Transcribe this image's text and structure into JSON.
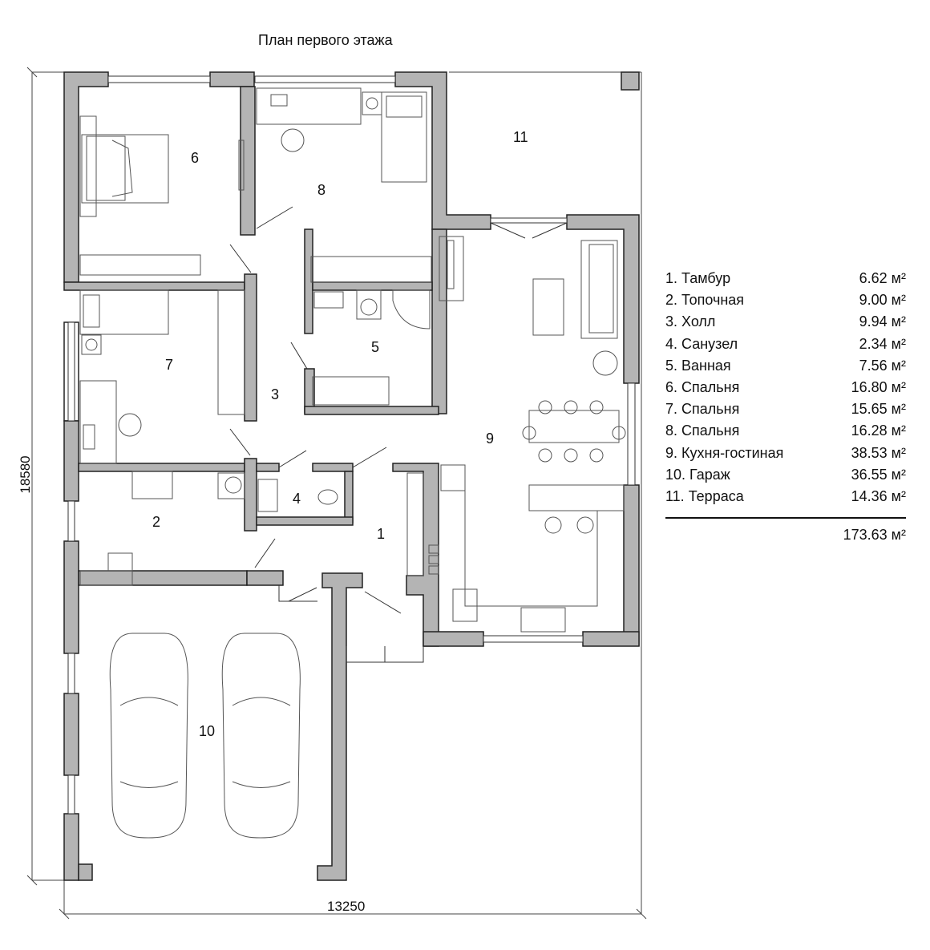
{
  "title": "План первого этажа",
  "dimensions": {
    "width": "13250",
    "height": "18580"
  },
  "rooms": [
    {
      "n": "1",
      "label": "1. Тамбур",
      "area": "6.62 м²"
    },
    {
      "n": "2",
      "label": "2. Топочная",
      "area": "9.00 м²"
    },
    {
      "n": "3",
      "label": "3. Холл",
      "area": "9.94 м²"
    },
    {
      "n": "4",
      "label": "4. Санузел",
      "area": "2.34 м²"
    },
    {
      "n": "5",
      "label": "5. Ванная",
      "area": "7.56 м²"
    },
    {
      "n": "6",
      "label": "6. Спальня",
      "area": "16.80 м²"
    },
    {
      "n": "7",
      "label": "7. Спальня",
      "area": "15.65 м²"
    },
    {
      "n": "8",
      "label": "8. Спальня",
      "area": "16.28 м²"
    },
    {
      "n": "9",
      "label": "9. Кухня-гостиная",
      "area": "38.53 м²"
    },
    {
      "n": "10",
      "label": "10. Гараж",
      "area": "36.55 м²"
    },
    {
      "n": "11",
      "label": "11. Терраса",
      "area": "14.36 м²"
    }
  ],
  "total_area": "173.63 м²",
  "colors": {
    "wall_fill": "#b4b4b4",
    "line": "#222222"
  }
}
